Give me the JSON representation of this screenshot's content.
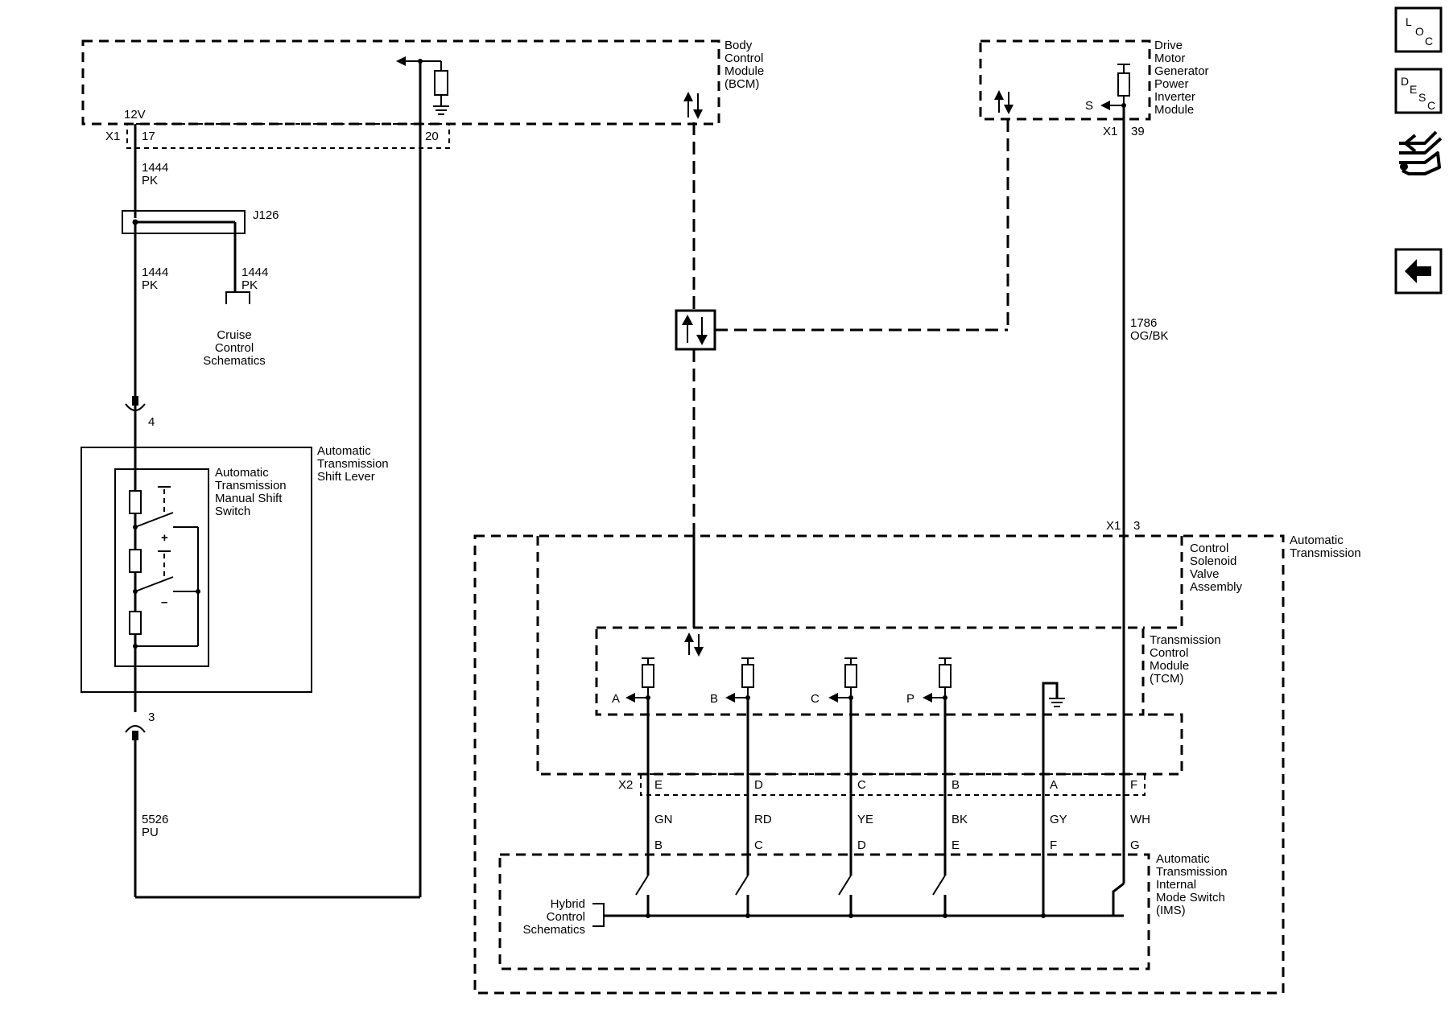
{
  "modules": {
    "bcm": {
      "l1": "Body",
      "l2": "Control",
      "l3": "Module",
      "l4": "(BCM)"
    },
    "dmgpim": {
      "l1": "Drive",
      "l2": "Motor",
      "l3": "Generator",
      "l4": "Power",
      "l5": "Inverter",
      "l6": "Module"
    },
    "shift_lever": {
      "l1": "Automatic",
      "l2": "Transmission",
      "l3": "Shift Lever"
    },
    "manual_shift": {
      "l1": "Automatic",
      "l2": "Transmission",
      "l3": "Manual Shift",
      "l4": "Switch"
    },
    "csva": {
      "l1": "Control",
      "l2": "Solenoid",
      "l3": "Valve",
      "l4": "Assembly"
    },
    "auto_trans": {
      "l1": "Automatic",
      "l2": "Transmission"
    },
    "tcm": {
      "l1": "Transmission",
      "l2": "Control",
      "l3": "Module",
      "l4": "(TCM)"
    },
    "ims": {
      "l1": "Automatic",
      "l2": "Transmission",
      "l3": "Internal",
      "l4": "Mode Switch",
      "l5": "(IMS)"
    },
    "cruise": {
      "l1": "Cruise",
      "l2": "Control",
      "l3": "Schematics"
    },
    "hybrid": {
      "l1": "Hybrid",
      "l2": "Control",
      "l3": "Schematics"
    }
  },
  "labels": {
    "v12": "12V",
    "x1": "X1",
    "x2": "X2",
    "pin17": "17",
    "pin20": "20",
    "pin39": "39",
    "pin3_top": "3",
    "pin4": "4",
    "pin3": "3",
    "j126": "J126",
    "s": "S",
    "plus": "+",
    "minus": "–"
  },
  "wires": {
    "w1444_top": {
      "num": "1444",
      "color": "PK"
    },
    "w1444_left": {
      "num": "1444",
      "color": "PK"
    },
    "w1444_right": {
      "num": "1444",
      "color": "PK"
    },
    "w5526": {
      "num": "5526",
      "color": "PU"
    },
    "w1786": {
      "num": "1786",
      "color": "OG/BK"
    }
  },
  "tcm_inputs": [
    "A",
    "B",
    "C",
    "P"
  ],
  "x2_pins": [
    "E",
    "D",
    "C",
    "B",
    "A",
    "F"
  ],
  "wire_colors": [
    "GN",
    "RD",
    "YE",
    "BK",
    "GY",
    "WH"
  ],
  "ims_pins": [
    "B",
    "C",
    "D",
    "E",
    "F",
    "G"
  ],
  "nav": {
    "loc": {
      "l1": "L",
      "l2": "O",
      "l3": "C"
    },
    "desc": {
      "l1": "D",
      "l2": "E",
      "l3": "S",
      "l4": "C"
    }
  }
}
